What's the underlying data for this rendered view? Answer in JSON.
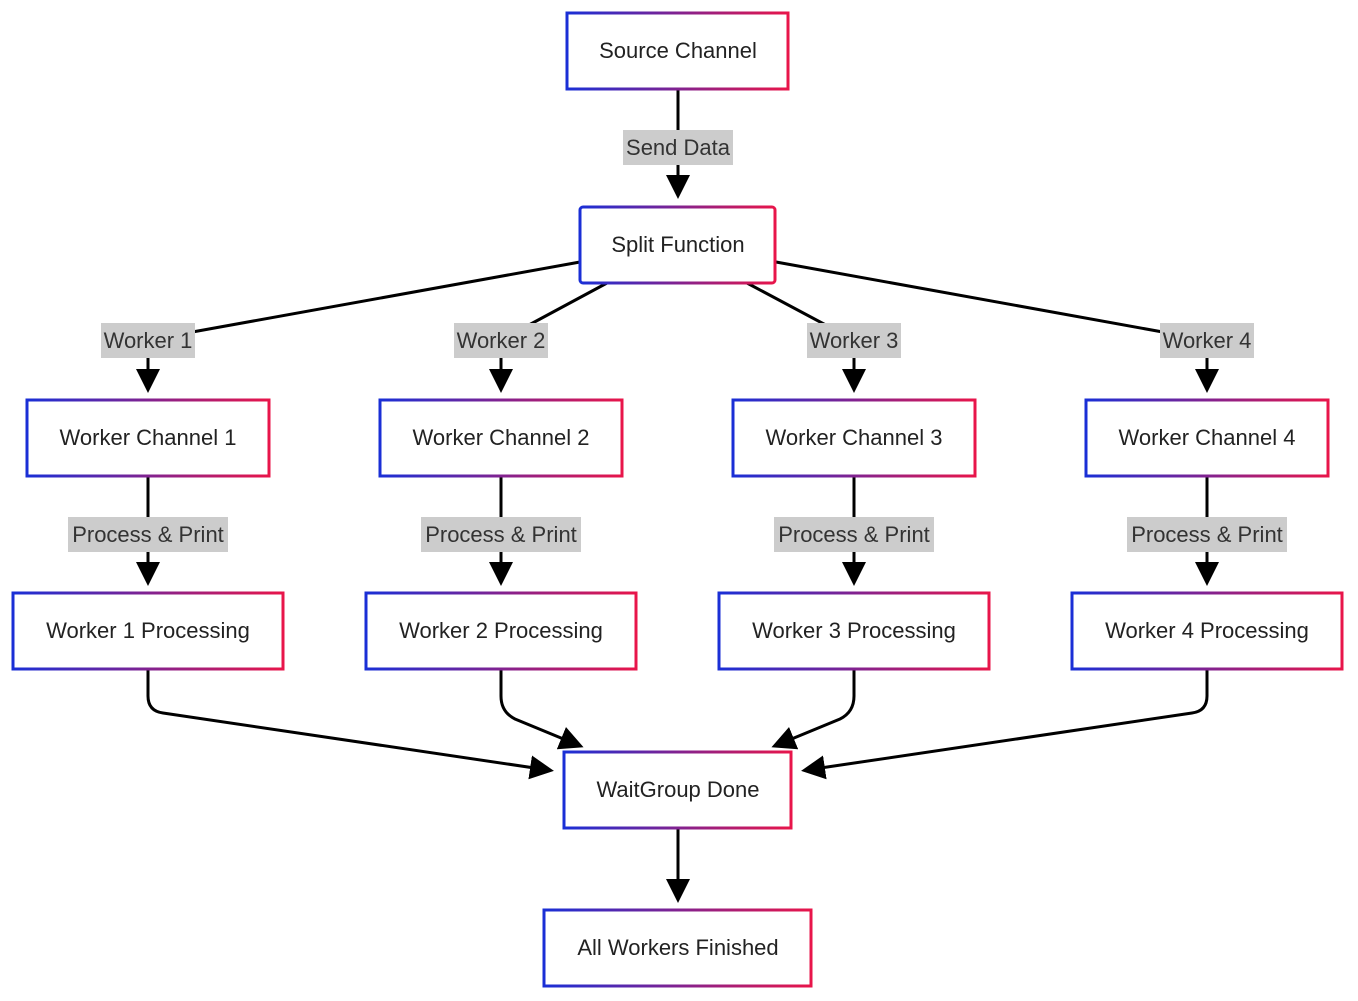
{
  "colors": {
    "border_gradient_start": "#1a2fd6",
    "border_gradient_end": "#e8154a",
    "edge": "#000000",
    "edge_label_bg": "#cccccc",
    "text": "#222222"
  },
  "nodes": {
    "source_channel": "Source Channel",
    "split_function": "Split Function",
    "worker_channel_1": "Worker Channel 1",
    "worker_channel_2": "Worker Channel 2",
    "worker_channel_3": "Worker Channel 3",
    "worker_channel_4": "Worker Channel 4",
    "worker_1_processing": "Worker 1 Processing",
    "worker_2_processing": "Worker 2 Processing",
    "worker_3_processing": "Worker 3 Processing",
    "worker_4_processing": "Worker 4 Processing",
    "waitgroup_done": "WaitGroup Done",
    "all_workers_finished": "All Workers Finished"
  },
  "edge_labels": {
    "send_data": "Send Data",
    "worker_1": "Worker 1",
    "worker_2": "Worker 2",
    "worker_3": "Worker 3",
    "worker_4": "Worker 4",
    "process_print_1": "Process & Print",
    "process_print_2": "Process & Print",
    "process_print_3": "Process & Print",
    "process_print_4": "Process & Print"
  }
}
